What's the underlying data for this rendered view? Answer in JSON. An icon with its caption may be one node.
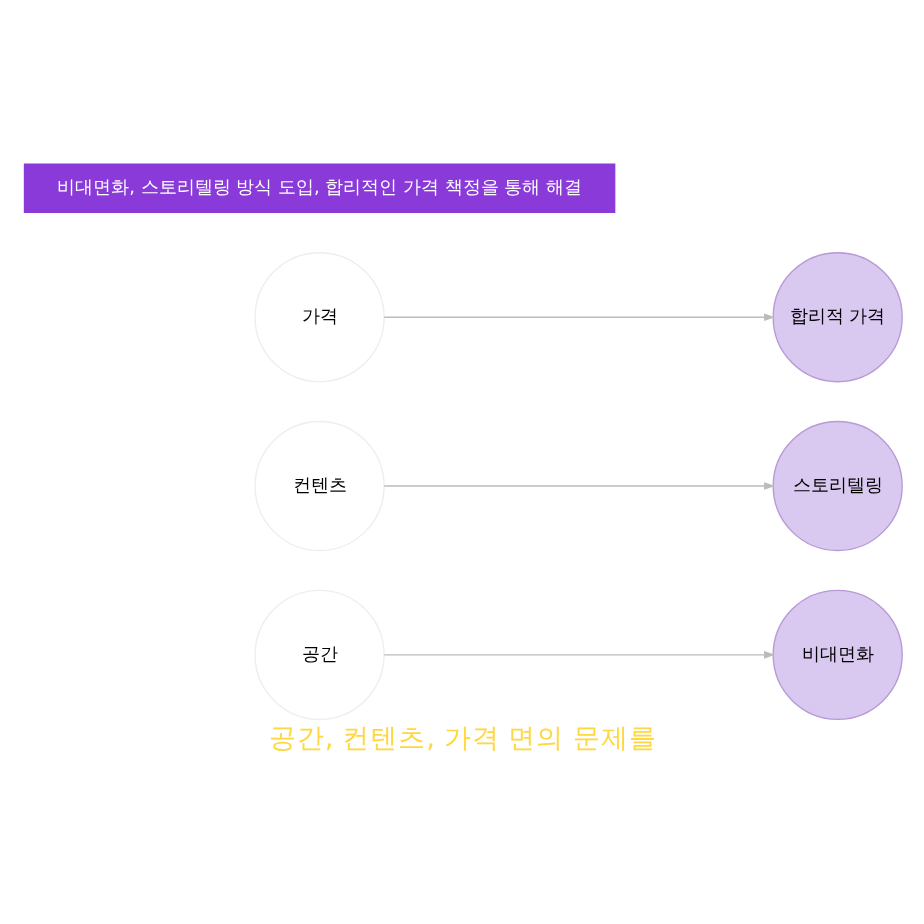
{
  "diagram": {
    "caption": "공간, 컨텐츠, 가격 면의 문제를",
    "nodes": [
      {
        "text": [
          "공간"
        ]
      },
      {
        "text": [
          "컨텐츠"
        ]
      },
      {
        "text": [
          "가격"
        ]
      },
      {
        "text": [
          "비대면화"
        ]
      },
      {
        "text": [
          "스토리텔링"
        ]
      },
      {
        "text": [
          "합리적 가격"
        ]
      }
    ],
    "edges": [
      {
        "from": 0,
        "to": 3,
        "arrow": "to"
      },
      {
        "from": 1,
        "to": 4,
        "arrow": "to"
      },
      {
        "from": 2,
        "to": 5,
        "arrow": "to"
      }
    ],
    "labels": [
      "비대면화, 스토리텔링 방식 도입, 합리적인 가격 책정을 통해 해결"
    ]
  }
}
